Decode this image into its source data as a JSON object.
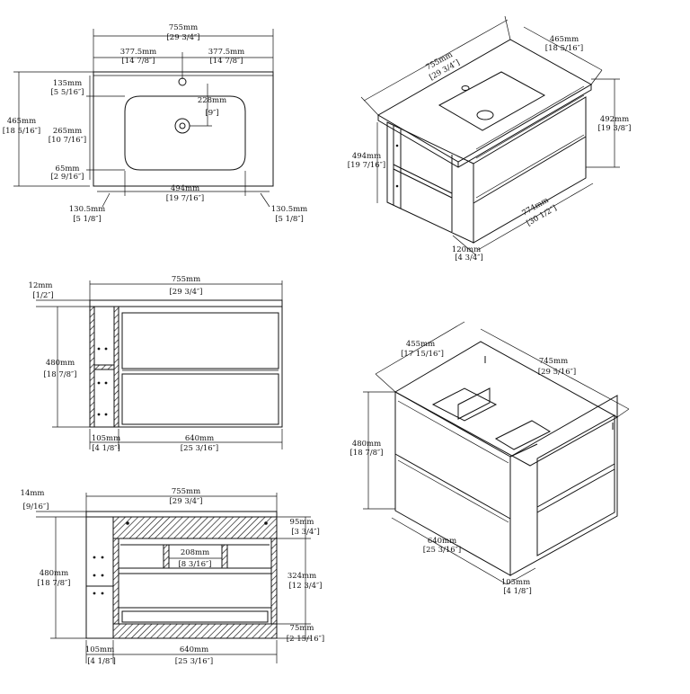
{
  "top_view": {
    "width_mm": "755mm",
    "width_in": "[29 3/4″]",
    "half_left_mm": "377.5mm",
    "half_left_in": "[14 7/8″]",
    "half_right_mm": "377.5mm",
    "half_right_in": "[14 7/8″]",
    "tap_offset_mm": "135mm",
    "tap_offset_in": "[5 5/16″]",
    "depth_mm": "465mm",
    "depth_in": "[18 5/16″]",
    "bowl_depth_mm": "265mm",
    "bowl_depth_in": "[10 7/16″]",
    "drain_mm": "228mm",
    "drain_in": "[9″]",
    "front_mm": "65mm",
    "front_in": "[2 9/16″]",
    "bowl_width_mm": "494mm",
    "bowl_width_in": "[19 7/16″]",
    "side_left_mm": "130.5mm",
    "side_left_in": "[5 1/8″]",
    "side_right_mm": "130.5mm",
    "side_right_in": "[5 1/8″]"
  },
  "iso_top": {
    "width_mm": "755mm",
    "width_in": "[29 3/4″]",
    "depth_mm": "465mm",
    "depth_in": "[18 5/16″]",
    "height_mm": "492mm",
    "height_in": "[19 3/8″]",
    "shelf_height_mm": "494mm",
    "shelf_height_in": "[19 7/16″]",
    "base_mm": "774mm",
    "base_in": "[30 1/2″]",
    "shelf_depth_mm": "120mm",
    "shelf_depth_in": "[4 3/4″]"
  },
  "front_view": {
    "top_mm": "12mm",
    "top_in": "[1/2″]",
    "width_mm": "755mm",
    "width_in": "[29 3/4″]",
    "height_mm": "480mm",
    "height_in": "[18 7/8″]",
    "shelf_mm": "105mm",
    "shelf_in": "[4 1/8″]",
    "cabinet_mm": "640mm",
    "cabinet_in": "[25 3/16″]"
  },
  "section_view": {
    "top_mm": "14mm",
    "top_in": "[9/16″]",
    "width_mm": "755mm",
    "width_in": "[29 3/4″]",
    "height_mm": "480mm",
    "height_in": "[18 7/8″]",
    "gap_mm": "208mm",
    "gap_in": "[8 3/16″]",
    "upper_mm": "95mm",
    "upper_in": "[3 3/4″]",
    "middle_mm": "324mm",
    "middle_in": "[12 3/4″]",
    "lower_mm": "75mm",
    "lower_in": "[2 15/16″]",
    "shelf_mm": "105mm",
    "shelf_in": "[4 1/8″]",
    "cabinet_mm": "640mm",
    "cabinet_in": "[25 3/16″]"
  },
  "iso_bottom": {
    "depth_mm": "455mm",
    "depth_in": "[17 15/16″]",
    "width_mm": "745mm",
    "width_in": "[29 5/16″]",
    "height_mm": "480mm",
    "height_in": "[18 7/8″]",
    "cabinet_mm": "640mm",
    "cabinet_in": "[25 3/16″]",
    "shelf_mm": "105mm",
    "shelf_in": "[4 1/8″]"
  }
}
